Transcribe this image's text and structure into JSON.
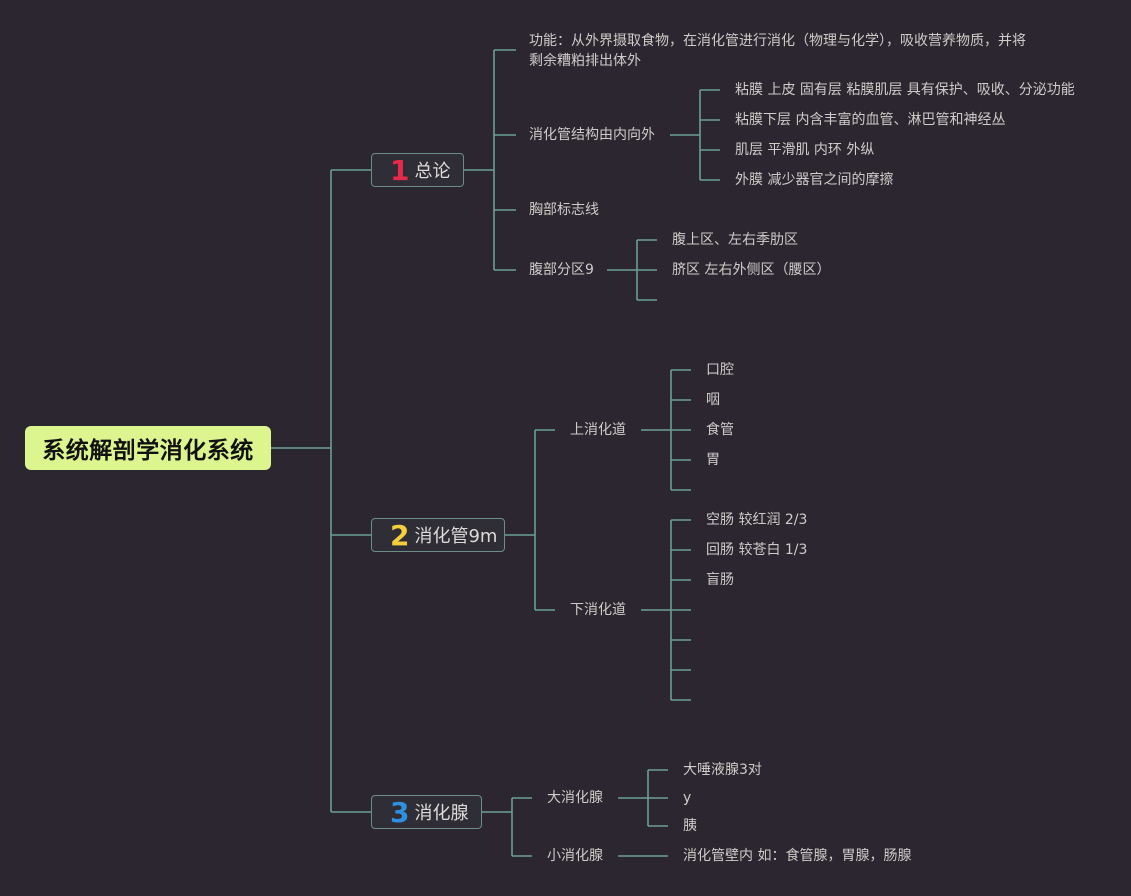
{
  "root": "系统解剖学消化系统",
  "branches": [
    {
      "num": "1",
      "label": "总论",
      "num_color": "#e8294a",
      "children": {
        "function": "功能：从外界摄取食物，在消化管进行消化（物理与化学），吸收营养物质，并将剩余糟粕排出体外",
        "structure": "消化管结构由内向外",
        "structure_items": [
          "粘膜 上皮 固有层 粘膜肌层 具有保护、吸收、分泌功能",
          "粘膜下层 内含丰富的血管、淋巴管和神经丛",
          "肌层 平滑肌 内环 外纵",
          "外膜 减少器官之间的摩擦"
        ],
        "chest": "胸部标志线",
        "abdomen": "腹部分区9",
        "abdomen_items": [
          "腹上区、左右季肋区",
          "脐区 左右外侧区（腰区）"
        ]
      }
    },
    {
      "num": "2",
      "label": "消化管9m",
      "num_color": "#f5cf3b",
      "children": {
        "upper": "上消化道",
        "upper_items": [
          "口腔",
          "咽",
          "食管",
          "胃"
        ],
        "lower": "下消化道",
        "lower_items": [
          "空肠 较红润 2/3",
          "回肠 较苍白 1/3",
          "盲肠"
        ]
      }
    },
    {
      "num": "3",
      "label": "消化腺",
      "num_color": "#2f8fe0",
      "children": {
        "major": "大消化腺",
        "major_items": [
          "大唾液腺3对",
          "y",
          "胰"
        ],
        "minor": "小消化腺",
        "minor_item": "消化管壁内 如：食管腺，胃腺，肠腺"
      }
    }
  ]
}
